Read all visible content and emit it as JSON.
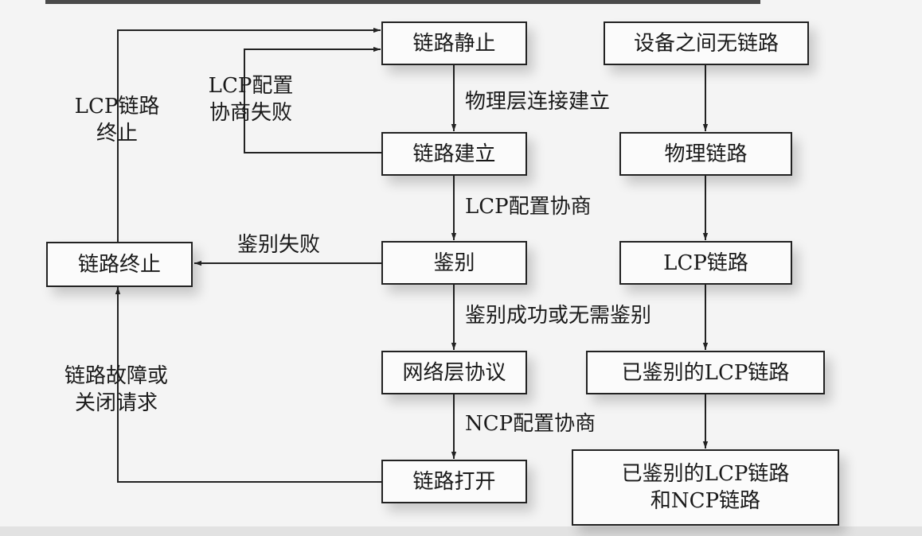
{
  "nodes": {
    "link_dead": "链路静止",
    "link_establish": "链路建立",
    "authenticate": "鉴别",
    "network_protocol": "网络层协议",
    "link_open": "链路打开",
    "link_terminate": "链路终止",
    "no_link": "设备之间无链路",
    "physical_link": "物理链路",
    "lcp_link": "LCP链路",
    "auth_lcp_link": "已鉴别的LCP链路",
    "auth_lcp_ncp_line1": "已鉴别的LCP链路",
    "auth_lcp_ncp_line2": "和NCP链路"
  },
  "edge_labels": {
    "physical_connect": "物理层连接建立",
    "lcp_negotiate": "LCP配置协商",
    "auth_success": "鉴别成功或无需鉴别",
    "ncp_negotiate": "NCP配置协商",
    "auth_fail": "鉴别失败",
    "lcp_fail_line1": "LCP配置",
    "lcp_fail_line2": "协商失败",
    "lcp_terminate_line1": "LCP链路",
    "lcp_terminate_line2": "终止",
    "fault_line1": "链路故障或",
    "fault_line2": "关闭请求"
  }
}
